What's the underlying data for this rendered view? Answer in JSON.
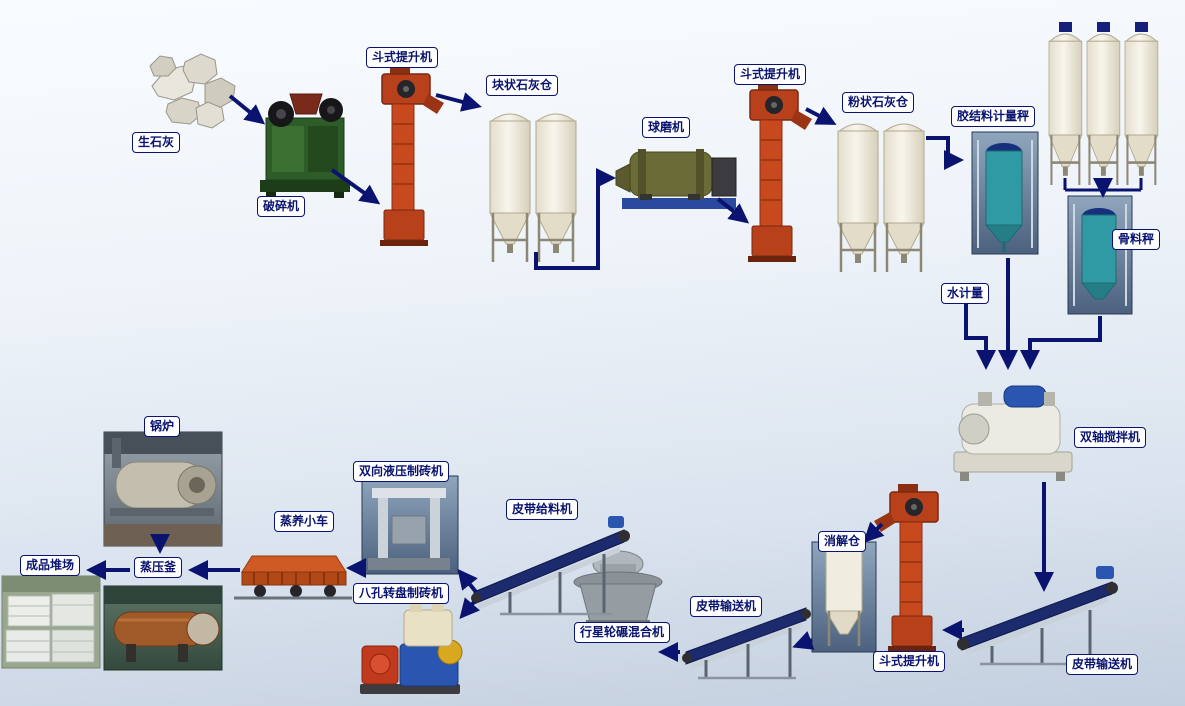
{
  "labels": {
    "quicklime": "生石灰",
    "crusher": "破碎机",
    "bucket_elevator_1": "斗式提升机",
    "block_lime_silo": "块状石灰仓",
    "ball_mill": "球磨机",
    "bucket_elevator_2": "斗式提升机",
    "powder_lime_silo": "粉状石灰仓",
    "binder_scale": "胶结料计量秤",
    "aggregate_scale": "骨料秤",
    "water_meter": "水计量",
    "twin_shaft_mixer": "双轴搅拌机",
    "digestion_silo": "消解仓",
    "bucket_elevator_3": "斗式提升机",
    "belt_conveyor_right": "皮带输送机",
    "belt_conveyor_mid": "皮带输送机",
    "planetary_mixer": "行星轮碾混合机",
    "belt_feeder": "皮带给料机",
    "hydraulic_brick_machine": "双向液压制砖机",
    "rotary_brick_machine": "八孔转盘制砖机",
    "steam_cart": "蒸养小车",
    "autoclave": "蒸压釜",
    "product_yard": "成品堆场",
    "boiler": "锅炉"
  },
  "colors": {
    "arrow": "#0a1470",
    "label_border": "#0a1470",
    "label_text": "#0a1470",
    "label_bg": "#ffffff",
    "elevator_body": "#c8491e",
    "silo_body": "#f3efe4",
    "belt": "#1c2a6e"
  }
}
